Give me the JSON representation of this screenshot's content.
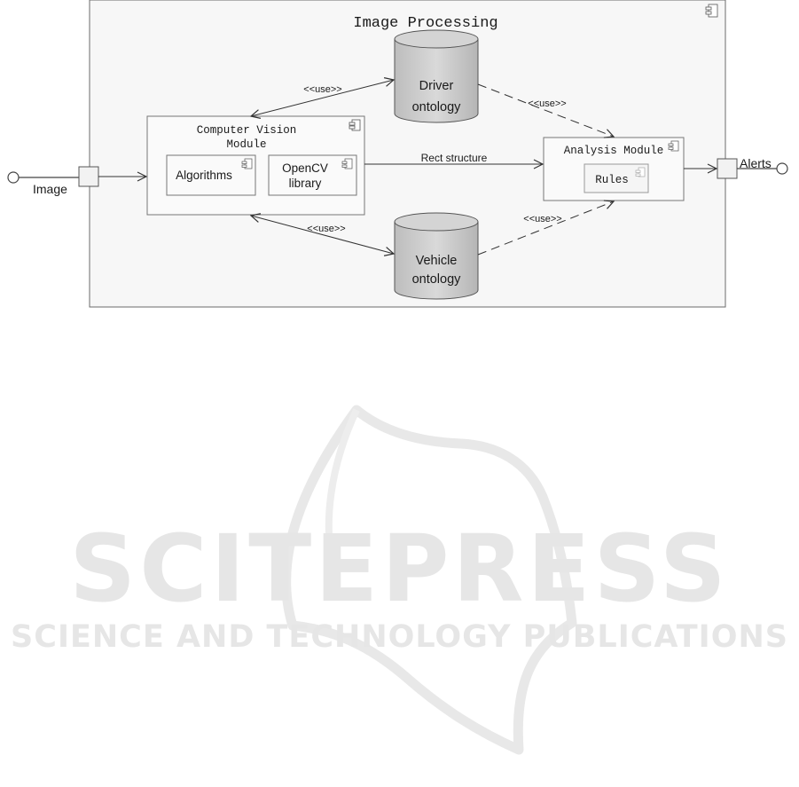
{
  "diagram": {
    "title": "Image Processing",
    "ports": {
      "input_label": "Image",
      "output_label": "Alerts"
    },
    "computer_vision_module": {
      "title_line1": "Computer Vision",
      "title_line2": "Module",
      "algorithms": "Algorithms",
      "opencv_line1": "OpenCV",
      "opencv_line2": "library"
    },
    "driver_ontology": {
      "line1": "Driver",
      "line2": "ontology"
    },
    "vehicle_ontology": {
      "line1": "Vehicle",
      "line2": "ontology"
    },
    "analysis_module": {
      "title": "Analysis Module",
      "rules": "Rules"
    },
    "connectors": {
      "cv_to_driver": "<<use>>",
      "cv_to_vehicle": "<<use>>",
      "driver_to_analysis": "<<use>>",
      "vehicle_to_analysis": "<<use>>",
      "cv_to_analysis": "Rect structure"
    }
  },
  "watermark": {
    "main": "SCITEPRESS",
    "sub": "SCIENCE AND TECHNOLOGY PUBLICATIONS"
  }
}
